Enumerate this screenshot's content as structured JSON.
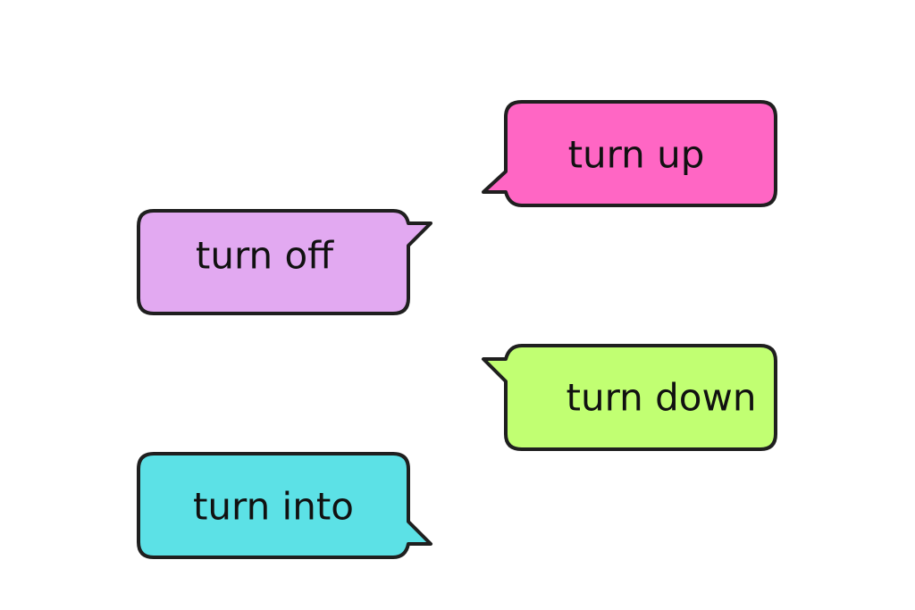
{
  "bubbles": [
    {
      "id": "turn-up",
      "text": "turn up",
      "color": "#FF66C4",
      "tail": "bottom-left"
    },
    {
      "id": "turn-off",
      "text": "turn off",
      "color": "#E2A9F1",
      "tail": "top-right"
    },
    {
      "id": "turn-down",
      "text": "turn down",
      "color": "#C1FF72",
      "tail": "top-left"
    },
    {
      "id": "turn-into",
      "text": "turn into",
      "color": "#5CE1E6",
      "tail": "bottom-right"
    }
  ]
}
